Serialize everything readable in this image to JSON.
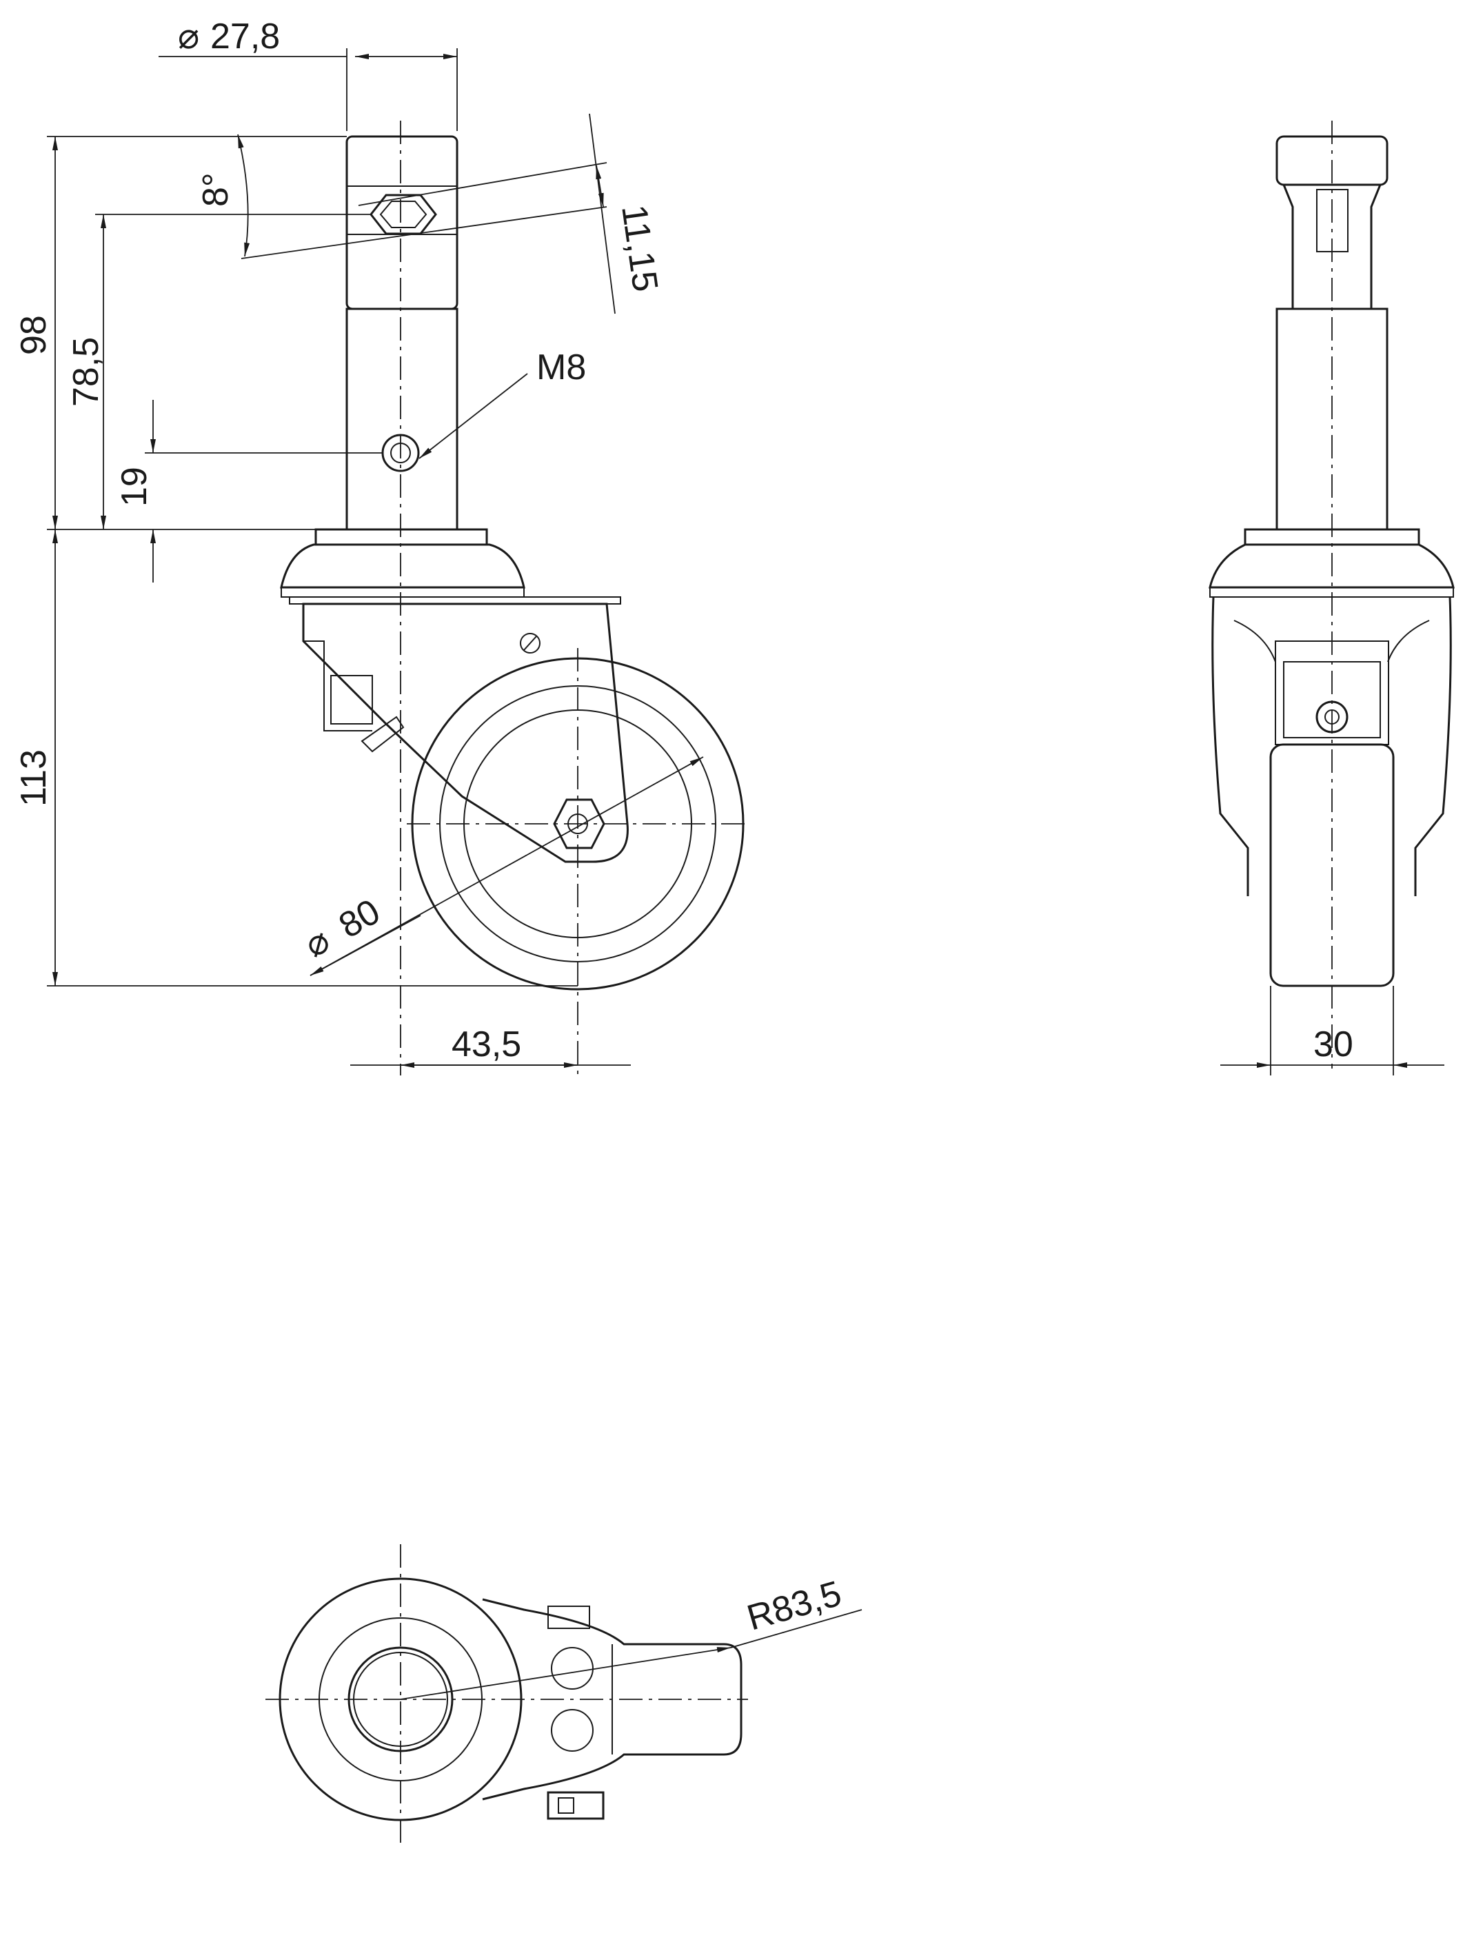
{
  "drawing": {
    "dimensions": {
      "stem_diameter": "27,8",
      "overall_height": "98",
      "angle": "8°",
      "pin_hole_height": "78,5",
      "bolt_height": "19",
      "bolt_thread": "M8",
      "pin_offset": "11,15",
      "wheel_height": "113",
      "wheel_diameter": "80",
      "offset": "43,5",
      "wheel_width": "30",
      "swivel_radius": "R83,5"
    },
    "diameter_symbol": "⌀",
    "views": [
      "side-view",
      "front-view",
      "top-view"
    ]
  }
}
